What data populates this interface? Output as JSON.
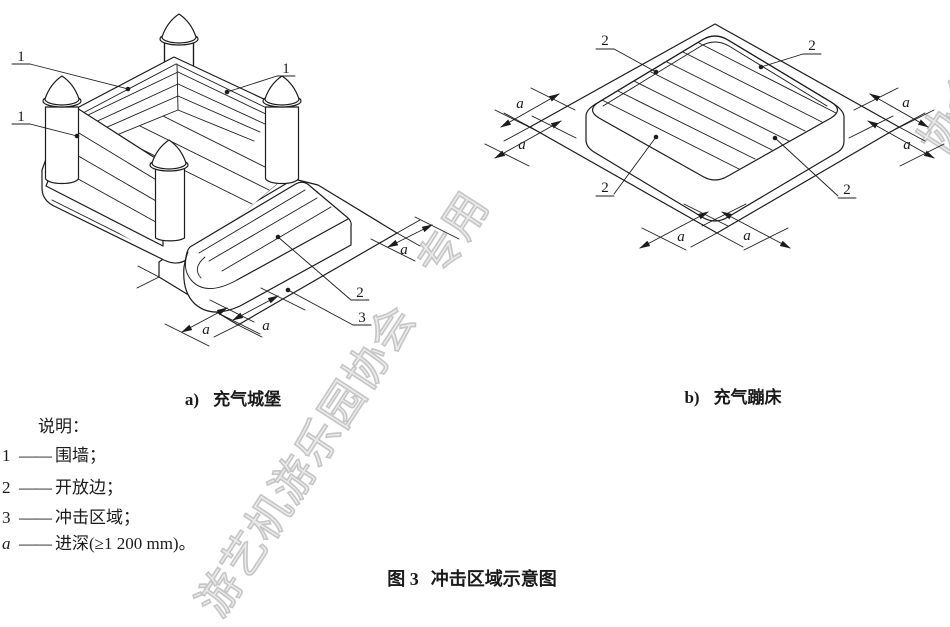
{
  "page": {
    "background": "#ffffff",
    "line_color": "#1c1c1c",
    "watermark_color": "#c6c6c6"
  },
  "figure_caption": {
    "prefix": "图 3",
    "title": "冲击区域示意图"
  },
  "subfigures": {
    "a": {
      "label": "a)",
      "title": "充气城堡"
    },
    "b": {
      "label": "b)",
      "title": "充气蹦床"
    }
  },
  "legend": {
    "heading": "说明：",
    "dash": "——",
    "items": [
      {
        "key": "1",
        "text": "围墙；"
      },
      {
        "key": "2",
        "text": "开放边；"
      },
      {
        "key": "3",
        "text": "冲击区域；"
      },
      {
        "key": "a",
        "text": "进深(≥1 200 mm)。"
      }
    ]
  },
  "callouts": {
    "wall": "1",
    "open_edge": "2",
    "impact_area": "3",
    "depth": "a"
  },
  "watermark": {
    "text": "游艺机游乐园协会　专用",
    "fragment": "协会专用"
  }
}
